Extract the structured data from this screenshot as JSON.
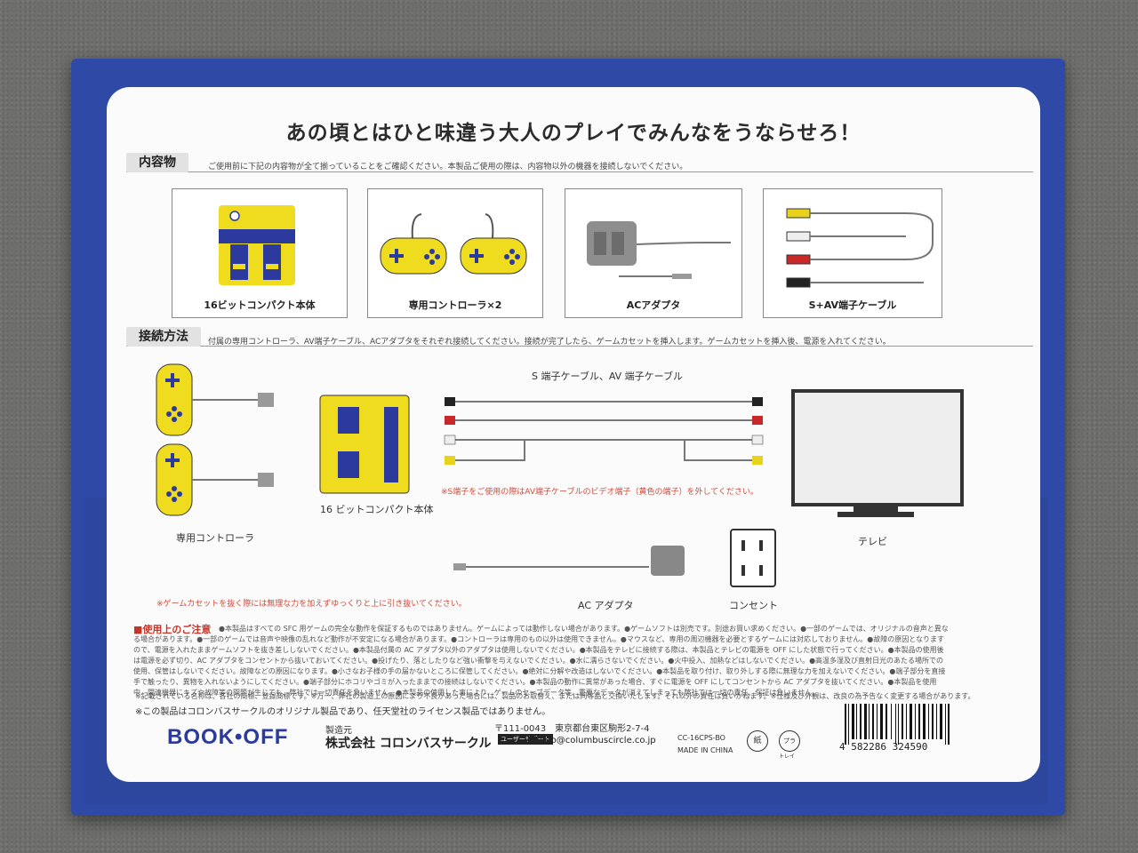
{
  "headline": "あの頃とはひと味違う大人のプレイでみんなをうならせろ！",
  "contents": {
    "label": "内容物",
    "note": "ご使用前に下記の内容物が全て揃っていることをご確認ください。本製品ご使用の際は、内容物以外の機器を接続しないでください。",
    "items": [
      {
        "caption": "16ビットコンパクト本体"
      },
      {
        "caption": "専用コントローラ×2"
      },
      {
        "caption": "ACアダプタ"
      },
      {
        "caption": "S+AV端子ケーブル"
      }
    ]
  },
  "connection": {
    "label": "接続方法",
    "note": "付属の専用コントローラ、AV端子ケーブル、ACアダプタをそれぞれ接続してください。接続が完了したら、ゲームカセットを挿入します。ゲームカセットを挿入後、電源を入れてください。",
    "cable_label": "S 端子ケーブル、AV 端子ケーブル",
    "s_video_note": "※S端子をご使用の際はAV端子ケーブルのビデオ端子（黄色の端子）を外してください。",
    "console_label": "16 ビットコンパクト本体",
    "controller_label": "専用コントローラ",
    "tv_label": "テレビ",
    "adapter_label": "AC アダプタ",
    "outlet_label": "コンセント",
    "cassette_note": "※ゲームカセットを抜く際には無理な力を加えずゆっくりと上に引き抜いてください。"
  },
  "cautions": {
    "title": "■使用上のご注意",
    "body": "●本製品はすべての SFC 用ゲームの完全な動作を保証するものではありません。ゲームによっては動作しない場合があります。●ゲームソフトは別売です。別途お買い求めください。●一部のゲームでは、オリジナルの音声と異なる場合があります。●一部のゲームでは音声や映像の乱れなど動作が不安定になる場合があります。●コントローラは専用のもの以外は使用できません。●マウスなど、専用の周辺機器を必要とするゲームには対応しておりません。●故障の原因となりますので、電源を入れたままゲームソフトを抜き差ししないでください。●本製品付属の AC アダプタ以外のアダプタは使用しないでください。●本製品をテレビに接続する際は、本製品とテレビの電源を OFF にした状態で行ってください。●本製品の使用後は電源を必ず切り、AC アダプタをコンセントから抜いておいてください。●投げたり、落としたりなど強い衝撃を与えないでください。●水に濡らさないでください。●火中投入、加熱などはしないでください。●高温多湿及び直射日光のあたる場所での使用、保管はしないでください。故障などの原因になります。●小さなお子様の手の届かないところに保管してください。●絶対に分解や改造はしないでください。●本製品を取り付け、取り外しする際に無理な力を加えないでください。●端子部分を直接手で触ったり、異物を入れないようにしてください。●端子部分にホコリやゴミが入ったままでの接続はしないでください。●本製品の動作に異常があった場合、すぐに電源を OFF にしてコンセントから AC アダプタを抜いてください。●本製品を使用中、関連機器にキズや故障等の問題が生じても、弊社では一切責任を負いません。●本製品の使用した事により、ゲームのセーブデータ等、重要なデータが消えてしまっても弊社では一切の責任、保証は負いません。"
  },
  "trademark_note": "※記載されている名称は、各社の商標、登録商標です。※万一、弊社の製造上の原因により不良があった場合には、製品のお取替え、または同等品と交換いたします。それ以外の責任は負いかねます。※仕様及び外観は、改良の為予告なく変更する場合があります。",
  "original_note": "※この製品はコロンバスサークルのオリジナル製品であり、任天堂社のライセンス製品ではありません。",
  "footer": {
    "brand": "BOOK•OFF",
    "maker_prefix": "製造元",
    "maker": "株式会社 コロンバスサークル",
    "support_badge": "ユーザーサポート",
    "postal": "〒111-0043　東京都台東区駒形2-7-4",
    "email": "info@columbuscircle.co.jp",
    "model": "CC-16CPS-BO",
    "made_in": "MADE IN CHINA",
    "paper_mark": "紙",
    "plastic_mark": "プラ",
    "tray_mark": "トレイ",
    "barcode_number": "4 582286 324590"
  },
  "colors": {
    "box_blue": "#2f4aa6",
    "console_yellow": "#f0dc1e",
    "console_blue": "#27349a",
    "red_text": "#d34a3a"
  }
}
